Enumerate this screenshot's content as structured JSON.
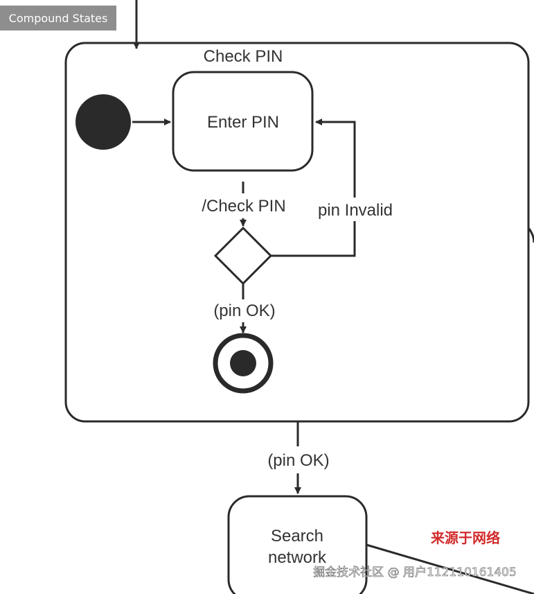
{
  "tag": {
    "text": "Compound States"
  },
  "compound_state": {
    "title": "Check PIN"
  },
  "states": {
    "enter_pin": "Enter PIN",
    "search_network_line1": "Search",
    "search_network_line2": "network"
  },
  "transitions": {
    "check_pin_action": "/Check PIN",
    "pin_invalid": "pin Invalid",
    "pin_ok_inner": "(pin OK)",
    "pin_ok_outer": "(pin OK)"
  },
  "source_note": "来源于网络",
  "watermark": "掘金技术社区 @ 用户112110161405",
  "colors": {
    "line": "#2a2a2a",
    "text": "#333333",
    "tag_bg": "#8e8e8e",
    "source_note": "#d22b2b"
  }
}
